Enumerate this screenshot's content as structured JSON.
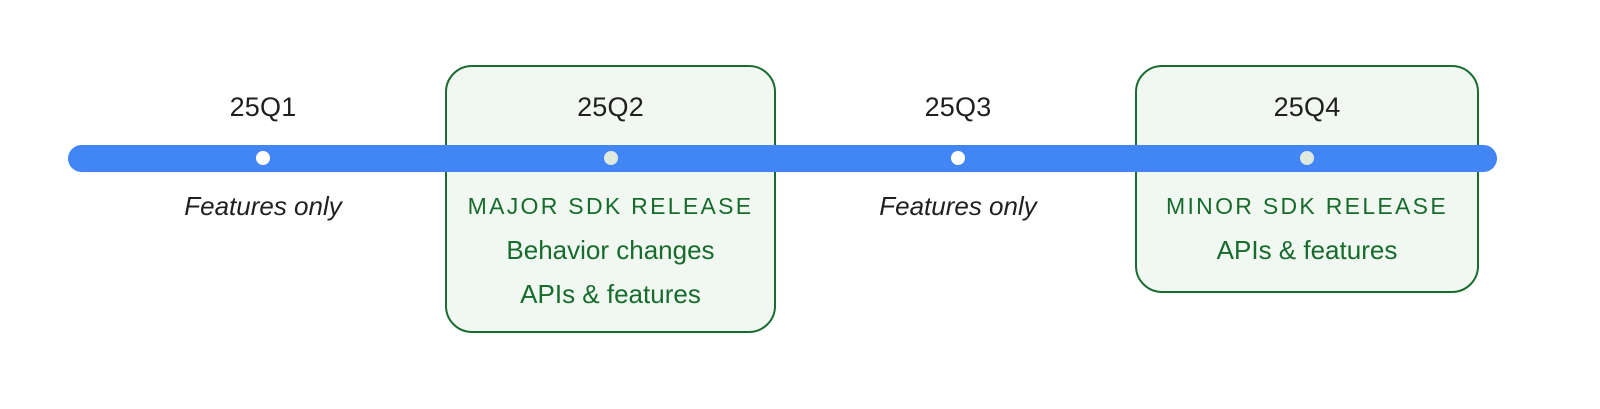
{
  "diagram": {
    "type": "release-timeline",
    "background_color": "#ffffff",
    "bar_color": "#4285f4",
    "card_background_color": "#f1f7f1",
    "card_border_color": "#1a6b32",
    "release_text_color": "#176b2d",
    "label_text_color": "#1f1f1f",
    "dot_color_plain": "#ffffff",
    "dot_color_release": "#dfeade"
  },
  "quarters": [
    {
      "label": "25Q1",
      "has_card": false,
      "dot_style": "plain",
      "note": "Features only",
      "kicker": "",
      "lines": []
    },
    {
      "label": "25Q2",
      "has_card": true,
      "dot_style": "release",
      "note": "",
      "kicker": "MAJOR SDK RELEASE",
      "lines": [
        "Behavior changes",
        "APIs & features"
      ]
    },
    {
      "label": "25Q3",
      "has_card": false,
      "dot_style": "plain",
      "note": "Features only",
      "kicker": "",
      "lines": []
    },
    {
      "label": "25Q4",
      "has_card": true,
      "dot_style": "release",
      "note": "",
      "kicker": "MINOR SDK RELEASE",
      "lines": [
        "APIs & features"
      ]
    }
  ]
}
